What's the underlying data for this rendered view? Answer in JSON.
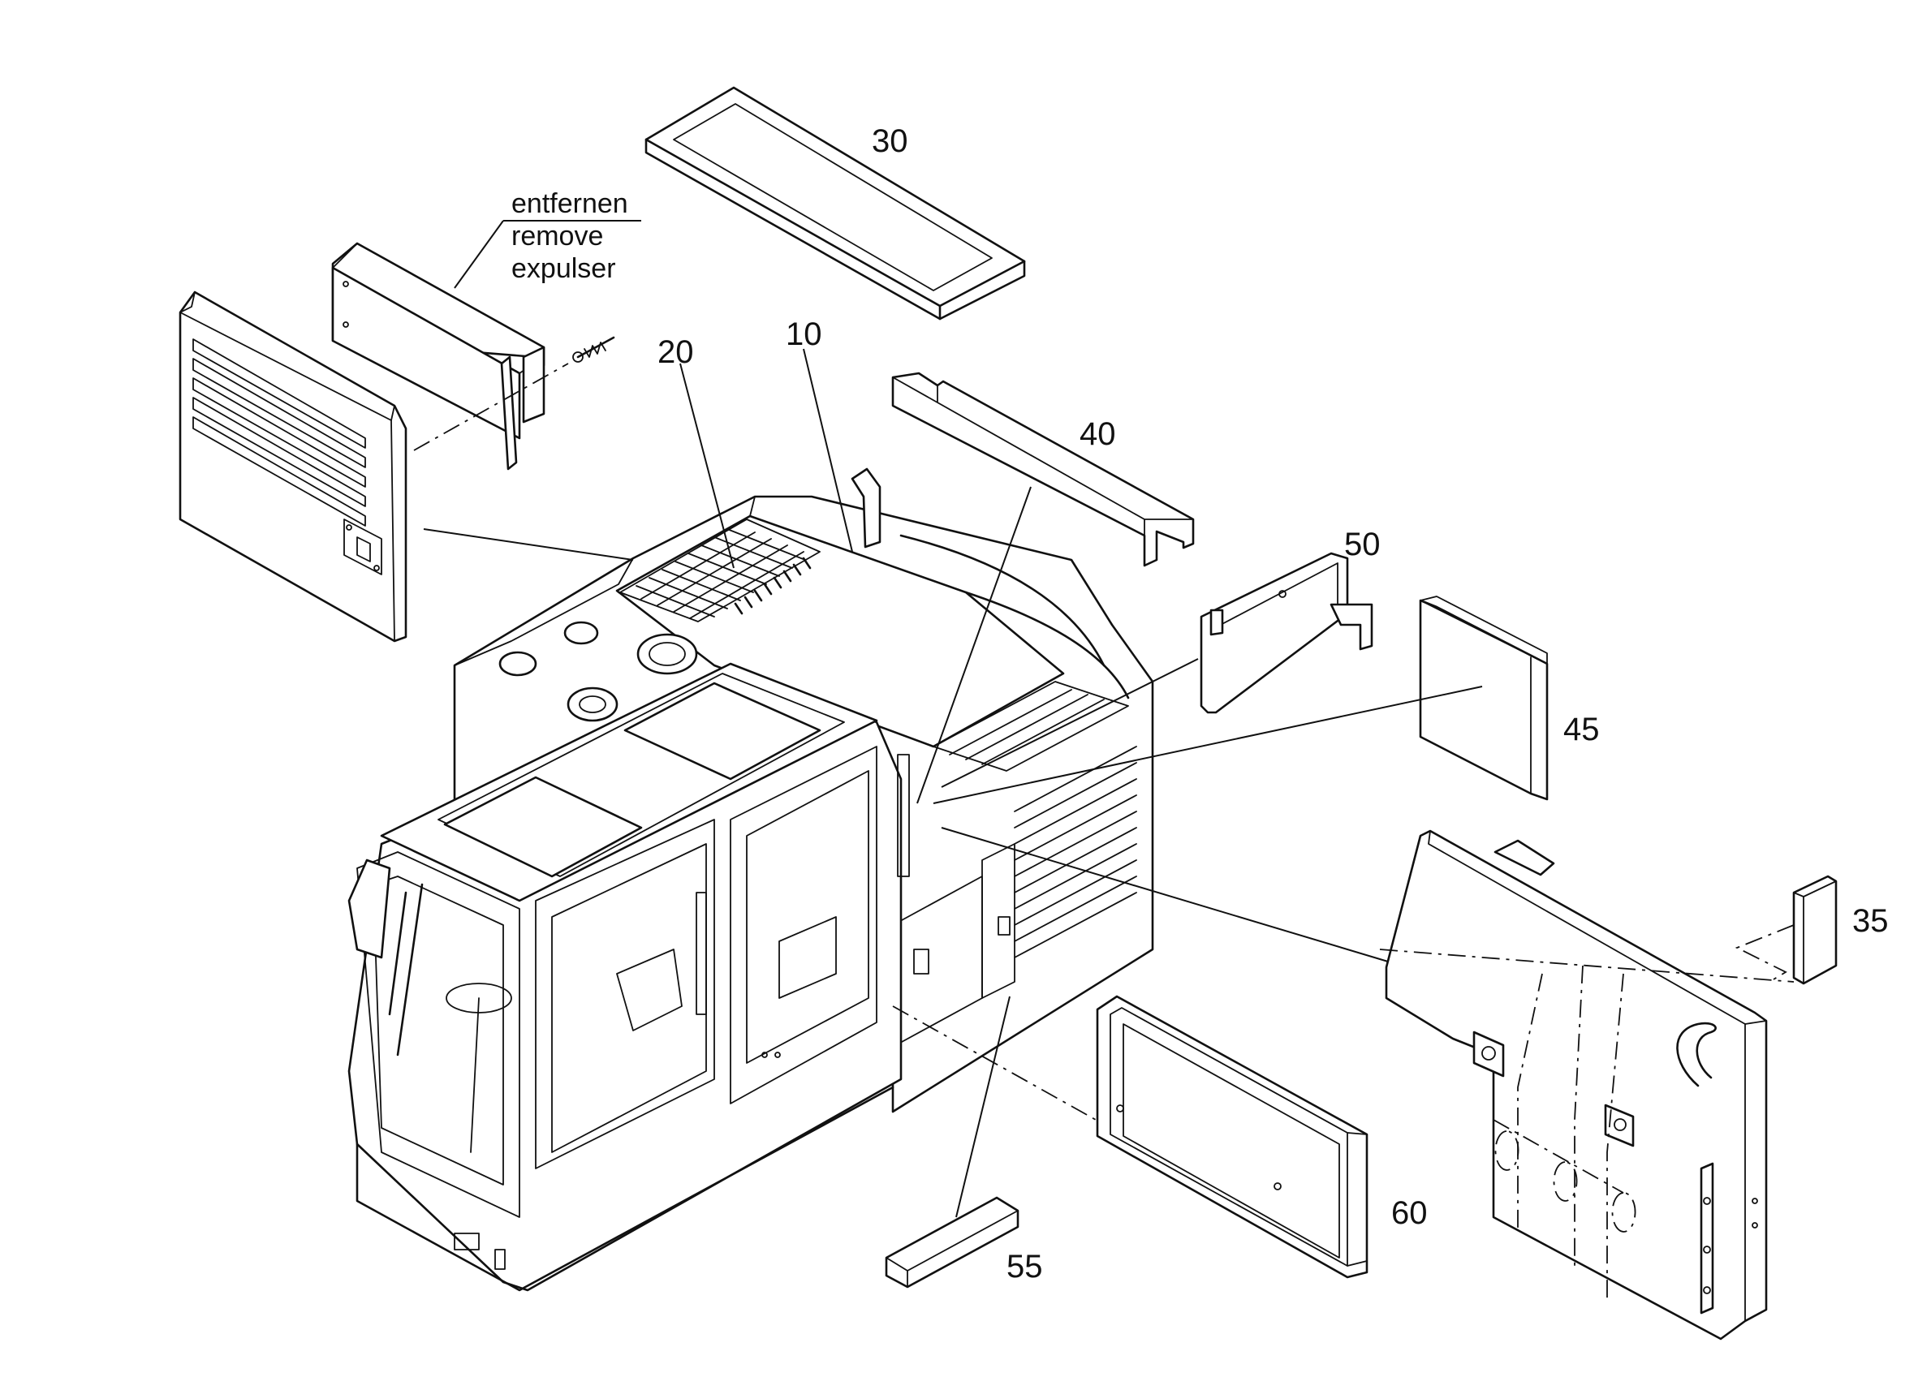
{
  "labels": {
    "p10": "10",
    "p20": "20",
    "p30": "30",
    "p35": "35",
    "p40": "40",
    "p45": "45",
    "p50": "50",
    "p55": "55",
    "p60": "60"
  },
  "note": {
    "de": "entfernen",
    "en": "remove",
    "fr": "expulser"
  }
}
